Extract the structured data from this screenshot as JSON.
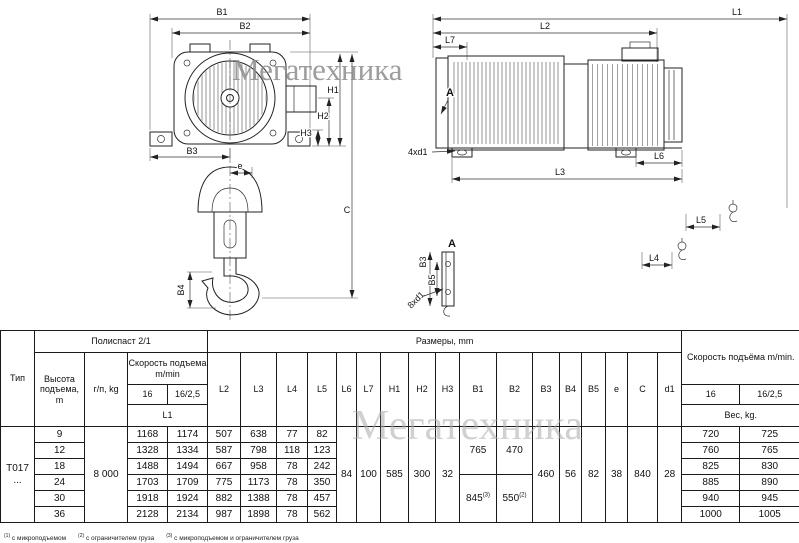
{
  "watermark": "Мегатехника",
  "drawing": {
    "front": {
      "B1": "B1",
      "B2": "B2",
      "H1": "H1",
      "H2": "H2",
      "H3": "H3",
      "B3": "B3",
      "B4": "B4",
      "e": "e",
      "C": "C"
    },
    "side": {
      "L1": "L1",
      "L2": "L2",
      "L3": "L3",
      "L4": "L4",
      "L5": "L5",
      "L6": "L6",
      "L7": "L7",
      "A": "A",
      "bolt": "4xd1"
    },
    "detail": {
      "A": "A",
      "B3": "B3",
      "B5": "B5",
      "bolt": "8xd1"
    }
  },
  "table": {
    "header": {
      "tip": "Тип",
      "poluspast": "Полиспаст 2/1",
      "razmery": "Размеры, mm",
      "speed_right": "Скорость подъёма m/min.",
      "height": "Высота подъема, m",
      "gp": "г/п, kg",
      "speed_left": "Скорость подъема m/min",
      "v16": "16",
      "v1625": "16/2,5",
      "L1": "L1",
      "ves": "Вес, kg.",
      "dims": [
        "L2",
        "L3",
        "L4",
        "L5",
        "L6",
        "L7",
        "H1",
        "H2",
        "H3",
        "B1",
        "B2",
        "B3",
        "B4",
        "B5",
        "e",
        "C",
        "d1"
      ]
    },
    "tip_value": "T017",
    "tip_dots": "...",
    "gp_value": "8 000",
    "merged": {
      "L6": "84",
      "L7": "100",
      "H1": "585",
      "H2": "300",
      "H3": "32",
      "B1a": "765",
      "B1b": "845",
      "B1b_sup": "(3)",
      "B2a": "470",
      "B2b": "550",
      "B2b_sup": "(2)",
      "B3": "460",
      "B4": "56",
      "B5": "82",
      "e": "38",
      "C": "840",
      "d1": "28"
    },
    "rows": [
      {
        "h": "9",
        "l1a": "1168",
        "l1b": "1174",
        "l2": "507",
        "l3": "638",
        "l4": "77",
        "l5": "82",
        "w16": "720",
        "w1625": "725"
      },
      {
        "h": "12",
        "l1a": "1328",
        "l1b": "1334",
        "l2": "587",
        "l3": "798",
        "l4": "118",
        "l5": "123",
        "w16": "760",
        "w1625": "765"
      },
      {
        "h": "18",
        "l1a": "1488",
        "l1b": "1494",
        "l2": "667",
        "l3": "958",
        "l4": "78",
        "l5": "242",
        "w16": "825",
        "w1625": "830"
      },
      {
        "h": "24",
        "l1a": "1703",
        "l1b": "1709",
        "l2": "775",
        "l3": "1173",
        "l4": "78",
        "l5": "350",
        "w16": "885",
        "w1625": "890"
      },
      {
        "h": "30",
        "l1a": "1918",
        "l1b": "1924",
        "l2": "882",
        "l3": "1388",
        "l4": "78",
        "l5": "457",
        "w16": "940",
        "w1625": "945"
      },
      {
        "h": "36",
        "l1a": "2128",
        "l1b": "2134",
        "l2": "987",
        "l3": "1898",
        "l4": "78",
        "l5": "562",
        "w16": "1000",
        "w1625": "1005"
      }
    ]
  },
  "footnotes": [
    {
      "sup": "(1)",
      "text": " с микроподъемом"
    },
    {
      "sup": "(2)",
      "text": " с ограничителем груза"
    },
    {
      "sup": "(3)",
      "text": " с микроподъемом и ограничителем груза"
    }
  ]
}
